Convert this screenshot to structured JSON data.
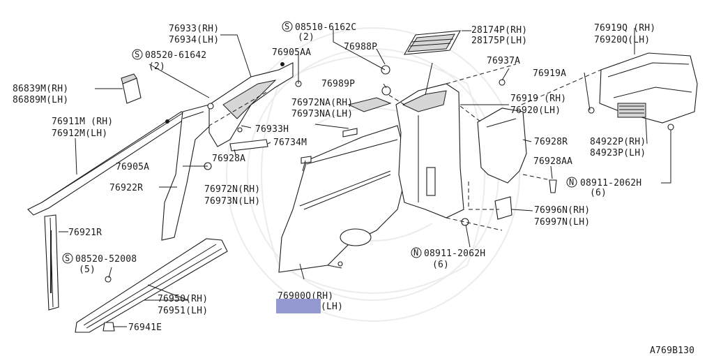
{
  "labels": {
    "p76933": "76933(RH)",
    "p76934": "76934(LH)",
    "s08520_61642": "08520-61642",
    "s08520_61642_qty": "(2)",
    "p86839": "86839M(RH)",
    "p86889": "86889M(LH)",
    "p76911": "76911M (RH)",
    "p76912": "76912M(LH)",
    "p76905A": "76905A",
    "p76922R": "76922R",
    "p76921R": "76921R",
    "s08520_52008": "08520-52008",
    "s08520_52008_qty": "(5)",
    "p76950": "76950(RH)",
    "p76951": "76951(LH)",
    "p76941E": "76941E",
    "s08510_6162C": "08510-6162C",
    "s08510_6162C_qty": "(2)",
    "p76905AA": "76905AA",
    "p76988P": "76988P",
    "p76989P": "76989P",
    "p76972NA": "76972NA(RH)",
    "p76973NA": "76973NA(LH)",
    "p76933H": "76933H",
    "p76734M": "76734M",
    "p76928A": "76928A",
    "p76972N": "76972N(RH)",
    "p76973N": "76973N(LH)",
    "p76900Q": "76900Q(RH)",
    "p76901_tail": "(LH)",
    "p28174P": "28174P(RH)",
    "p28175P": "28175P(LH)",
    "p76937A": "76937A",
    "p76919": "76919 (RH)",
    "p76920": "76920(LH)",
    "p76928R": "76928R",
    "p76928AA": "76928AA",
    "n08911_upper": "08911-2062H",
    "n08911_upper_qty": "(6)",
    "n08911_lower": "08911-2062H",
    "n08911_lower_qty": "(6)",
    "p76996N": "76996N(RH)",
    "p76997N": "76997N(LH)",
    "p76919Q": "76919Q (RH)",
    "p76920Q": "76920Q(LH)",
    "p76919A": "76919A",
    "p84922P": "84922P(RH)",
    "p84923P": "84923P(LH)",
    "diagram_code": "A769B130"
  },
  "symbols": {
    "screw": "S",
    "nut": "N"
  },
  "colors": {
    "line": "#1a1a1a",
    "highlight": "#8f93cf",
    "watermark": "#ececec"
  }
}
